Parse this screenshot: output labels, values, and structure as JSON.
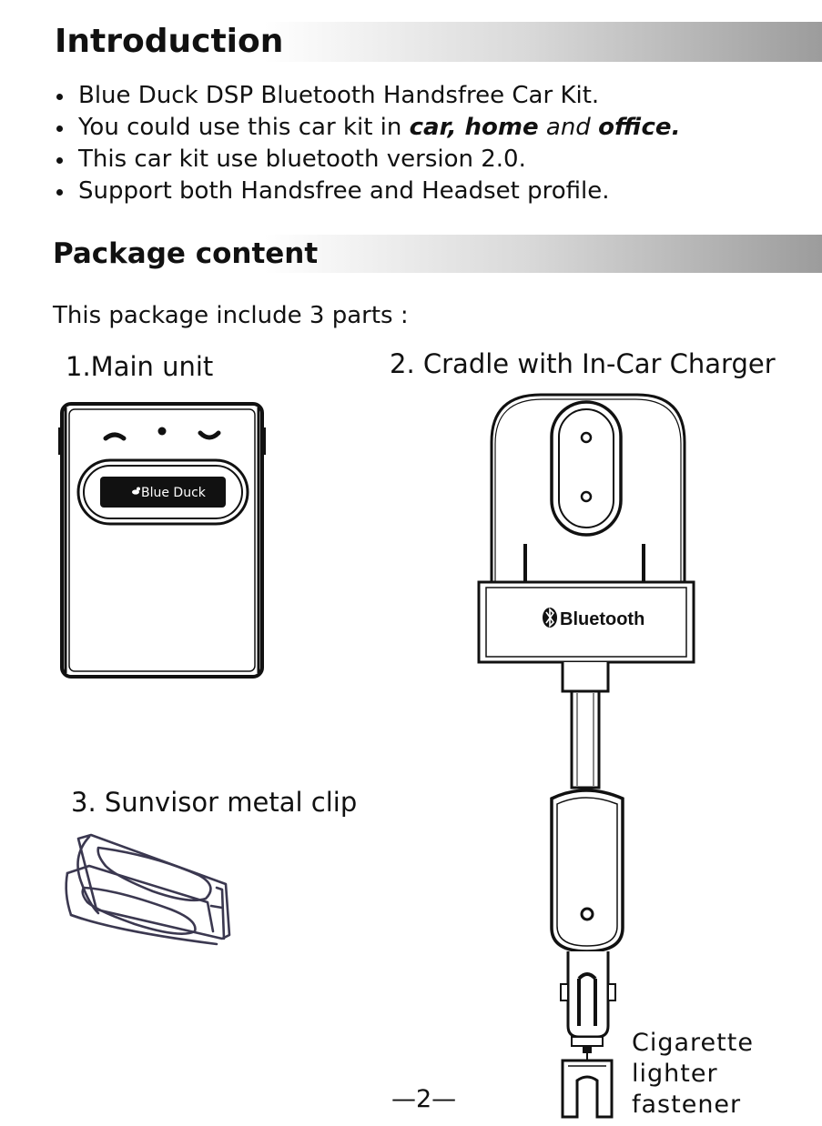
{
  "intro": {
    "title": "Introduction",
    "bullets": [
      {
        "text": "Blue Duck DSP Bluetooth Handsfree Car Kit."
      },
      {
        "pre": "You could use this car kit in ",
        "b1": "car, home",
        "mid": " and ",
        "b2": "office."
      },
      {
        "text": "This car kit use bluetooth version 2.0."
      },
      {
        "text": "Support both Handsfree and Headset profile."
      }
    ]
  },
  "package": {
    "title": "Package content",
    "intro": "This package include 3 parts :",
    "part1": "1.Main unit",
    "part2": "2. Cradle with In-Car Charger",
    "part3": "3. Sunvisor metal clip",
    "cigarette": [
      "Cigarette",
      "lighter",
      "fastener"
    ]
  },
  "device": {
    "brand": "Blue Duck",
    "bluetooth_logo": "Bluetooth"
  },
  "page_number": "—2—",
  "icons": [
    "handset-off-icon",
    "handset-on-icon",
    "bluetooth-icon",
    "duck-icon"
  ]
}
